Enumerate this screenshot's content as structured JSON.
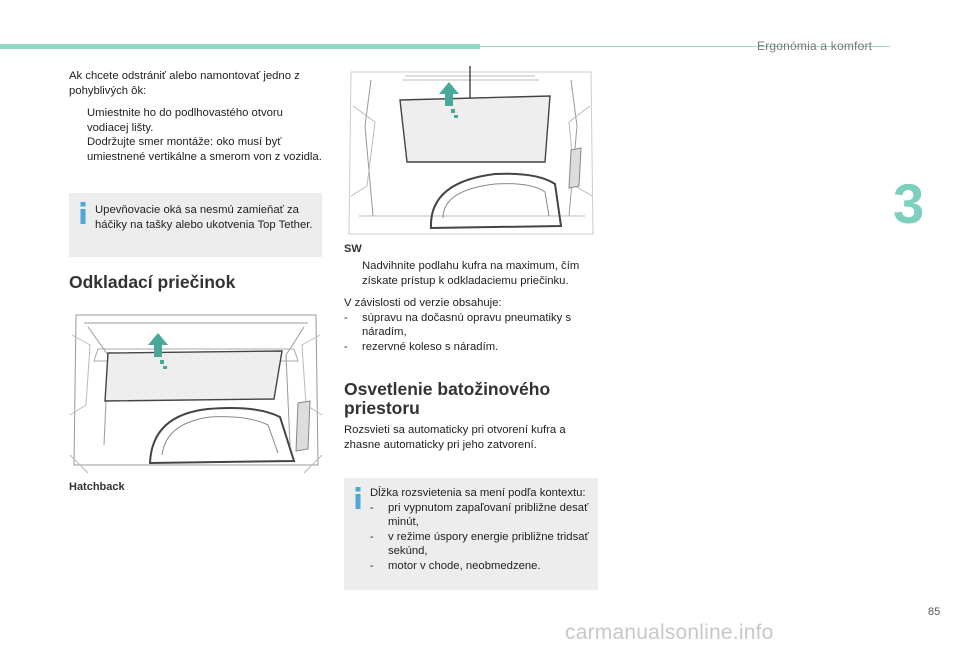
{
  "header": {
    "title": "Ergonómia a komfort",
    "chapter": "3"
  },
  "left": {
    "intro": "Ak chcete odstrániť alebo namontovať jedno z pohyblivých ôk:",
    "bullets": [
      "Umiestnite ho do podlhovastého otvoru vodiacej lišty.",
      "Dodržujte smer montáže: oko musí byť umiestnené vertikálne a smerom von z vozidla."
    ],
    "note": "Upevňovacie oká sa nesmú zamieňať za háčiky na tašky alebo ukotvenia Top Tether.",
    "section_title": "Odkladací priečinok",
    "caption": "Hatchback"
  },
  "right": {
    "caption": "SW",
    "bullet": "Nadvihnite podlahu kufra na maximum, čím získate prístup k odkladaciemu priečinku.",
    "version_intro": "V závislosti od verzie obsahuje:",
    "version_items": [
      "súpravu na dočasnú opravu pneumatiky s náradím,",
      "rezervné koleso s náradím."
    ],
    "section_title_l1": "Osvetlenie batožinového",
    "section_title_l2": "priestoru",
    "para": "Rozsvieti sa automaticky pri otvorení kufra a zhasne automaticky pri jeho zatvorení.",
    "note_intro": "Dĺžka rozsvietenia sa mení podľa kontextu:",
    "note_items": [
      "pri vypnutom zapaľovaní približne desať minút,",
      "v režime úspory energie približne tridsať sekúnd,",
      "motor v chode, neobmedzene."
    ]
  },
  "markers": {
    "bullet": "",
    "dash": "-"
  },
  "page_number": "85",
  "watermark": "carmanualsonline.info",
  "colors": {
    "accent": "#8fd8c9",
    "chapter": "#7dcfbf",
    "arrow": "#4aa89a",
    "note_bg": "#ededed",
    "note_icon": "#4fa8d8"
  }
}
